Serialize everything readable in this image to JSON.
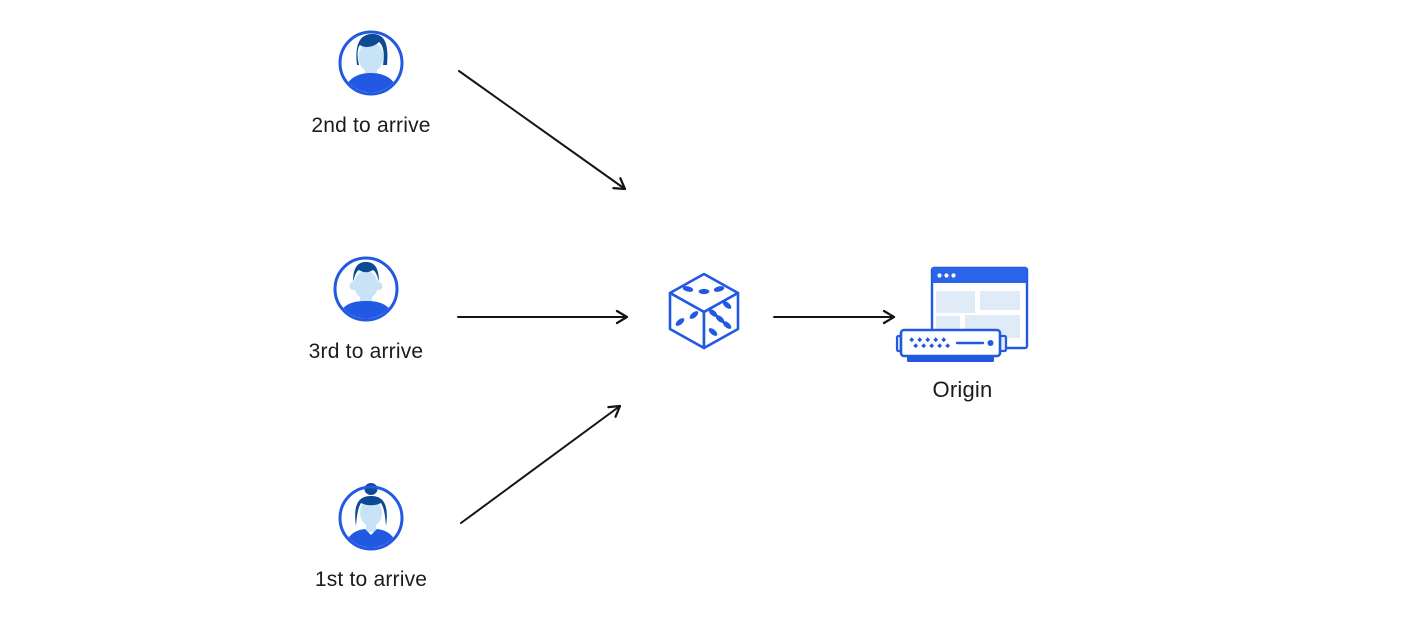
{
  "page": {
    "background": "#ffffff",
    "type": "flow-diagram"
  },
  "colors": {
    "page_bg": "#ffffff",
    "primary_blue": "#2159e2",
    "titlebar_blue": "#2a64e8",
    "hair_blue": "#0d4a94",
    "skin_blue": "#c9e3f6",
    "panel_blue": "#dfecf8",
    "arrow_black": "#141414",
    "label_color": "#1b1b1d"
  },
  "nodes": {
    "clients": [
      {
        "label": "2nd to arrive",
        "icon": "man-avatar-icon",
        "position": "top"
      },
      {
        "label": "3rd to arrive",
        "icon": "man-avatar-icon",
        "position": "middle"
      },
      {
        "label": "1st to arrive",
        "icon": "woman-avatar-icon",
        "position": "bottom"
      }
    ],
    "selector": {
      "icon": "dice-icon",
      "meaning": "random-selection"
    },
    "origin": {
      "label": "Origin",
      "icon": "origin-server-icon"
    }
  },
  "edges": [
    {
      "from": "client-top",
      "to": "dice"
    },
    {
      "from": "client-middle",
      "to": "dice"
    },
    {
      "from": "client-bottom",
      "to": "dice"
    },
    {
      "from": "dice",
      "to": "origin"
    }
  ]
}
